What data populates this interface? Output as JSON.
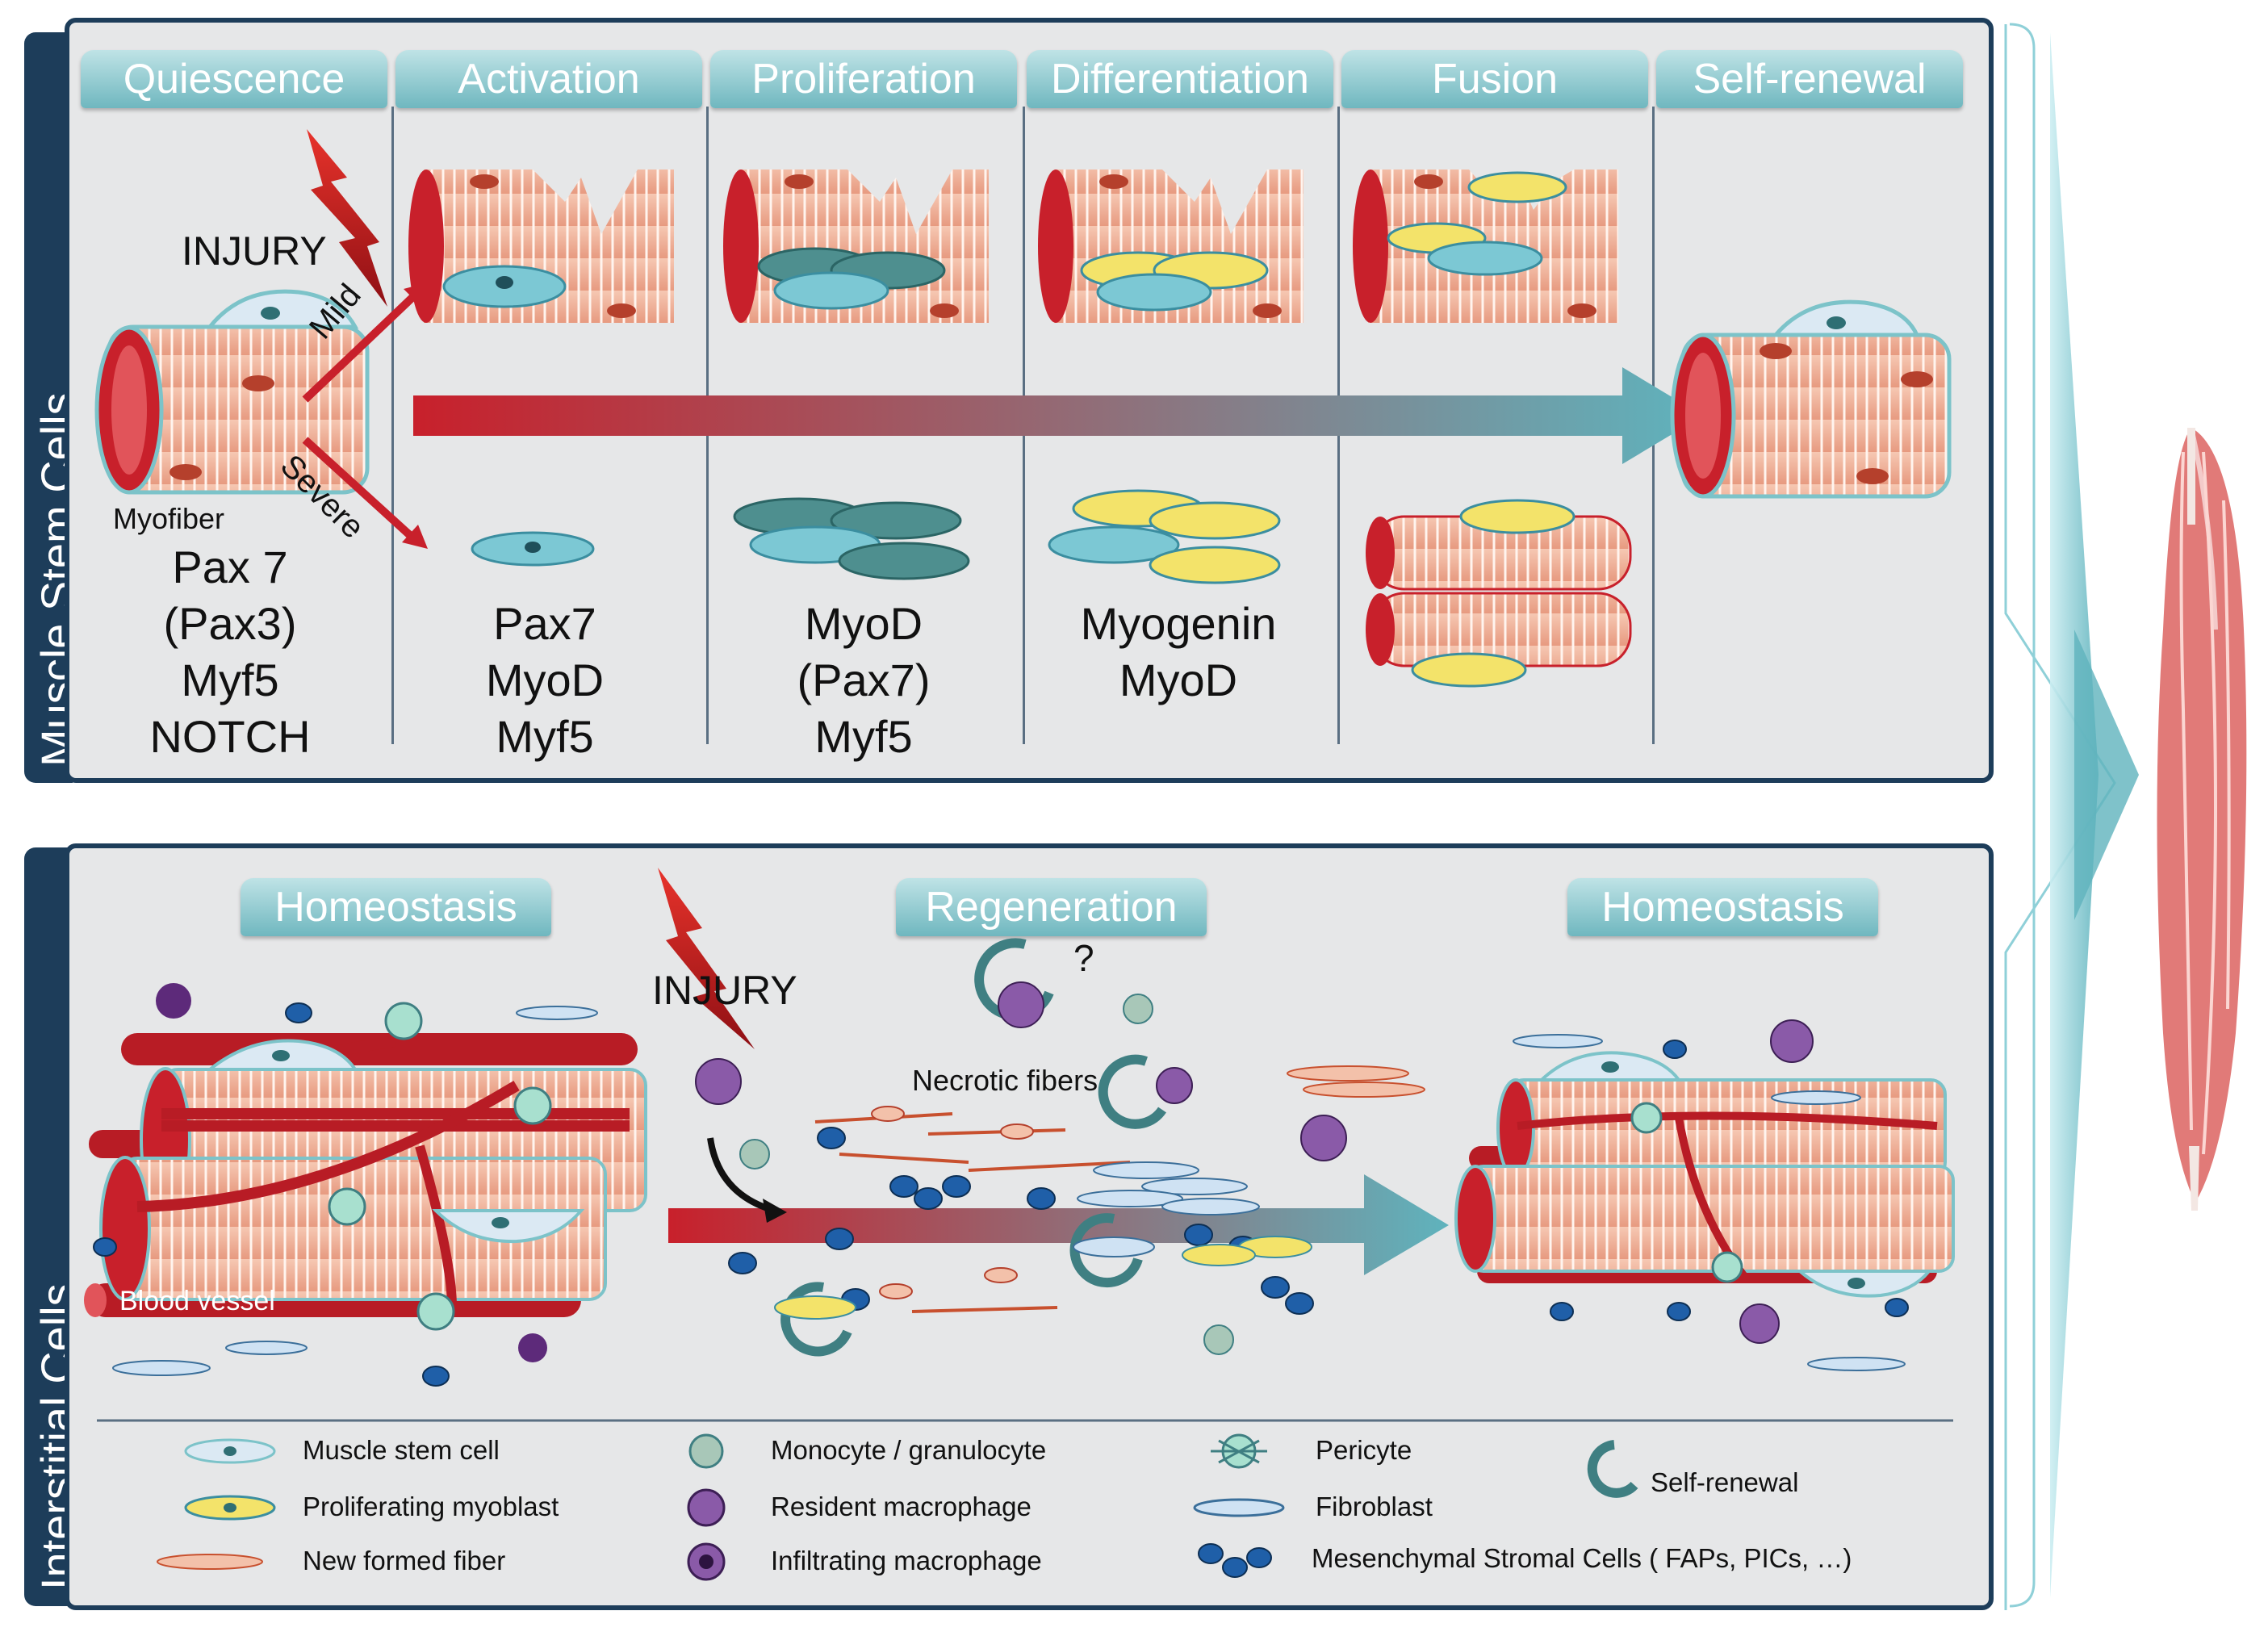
{
  "top_panel": {
    "side_label": "Muscle Stem Cells",
    "stages": [
      "Quiescence",
      "Activation",
      "Proliferation",
      "Differentiation",
      "Fusion",
      "Self-renewal"
    ],
    "injury_label": "INJURY",
    "mild_label": "Mild",
    "severe_label": "Severe",
    "myofiber_label": "Myofiber",
    "markers": {
      "quiescence": "Pax 7\n(Pax3)\nMyf5\nNOTCH",
      "activation": "Pax7\nMyoD\nMyf5",
      "proliferation": "MyoD\n(Pax7)\nMyf5",
      "differentiation": "Myogenin\nMyoD"
    }
  },
  "bottom_panel": {
    "side_label": "Interstitial Cells",
    "stages": [
      "Homeostasis",
      "Regeneration",
      "Homeostasis"
    ],
    "injury_label": "INJURY",
    "question_mark": "?",
    "necrotic_label": "Necrotic fibers",
    "blood_vessel_label": "Blood vessel"
  },
  "legend": {
    "muscle_stem_cell": "Muscle stem cell",
    "proliferating_myoblast": "Proliferating myoblast",
    "new_formed_fiber": "New formed fiber",
    "monocyte": "Monocyte / granulocyte",
    "resident_macrophage": "Resident macrophage",
    "infiltrating_macrophage": "Infiltrating macrophage",
    "pericyte": "Pericyte",
    "fibroblast": "Fibroblast",
    "msc": "Mesenchymal Stromal Cells ( FAPs, PICs, …)",
    "self_renewal": "Self-renewal"
  },
  "colors": {
    "panel_border": "#1d3d5a",
    "tab": "#6fb7bf",
    "fiber": "#f2b9a2",
    "fiber_end": "#c8202b",
    "stem_cell": "#6fb8c8",
    "myoblast": "#f3e36a",
    "teal_dark": "#3f7f82",
    "msc": "#1f5fa8",
    "macrophage": "#8a5aa8"
  }
}
